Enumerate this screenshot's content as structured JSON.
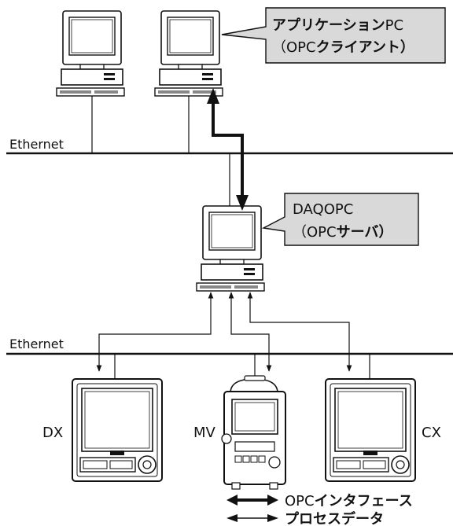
{
  "networks": {
    "upper": "Ethernet",
    "lower": "Ethernet"
  },
  "callouts": {
    "client": {
      "line1_bold": "アプリケーション",
      "line1_regular": "PC",
      "line2_open": "（OPC",
      "line2_bold": "クライアント）"
    },
    "server": {
      "line1": "DAQOPC",
      "line2_open": "（OPC",
      "line2_bold": "サーバ）"
    }
  },
  "devices": {
    "dx": "DX",
    "mv": "MV",
    "cx": "CX"
  },
  "legend": {
    "opc_interface": {
      "prefix": "OPC",
      "bold": "インタフェース"
    },
    "process_data": "プロセスデータ"
  },
  "colors": {
    "line": "#111111",
    "callout_fill": "#d9d9d9"
  }
}
